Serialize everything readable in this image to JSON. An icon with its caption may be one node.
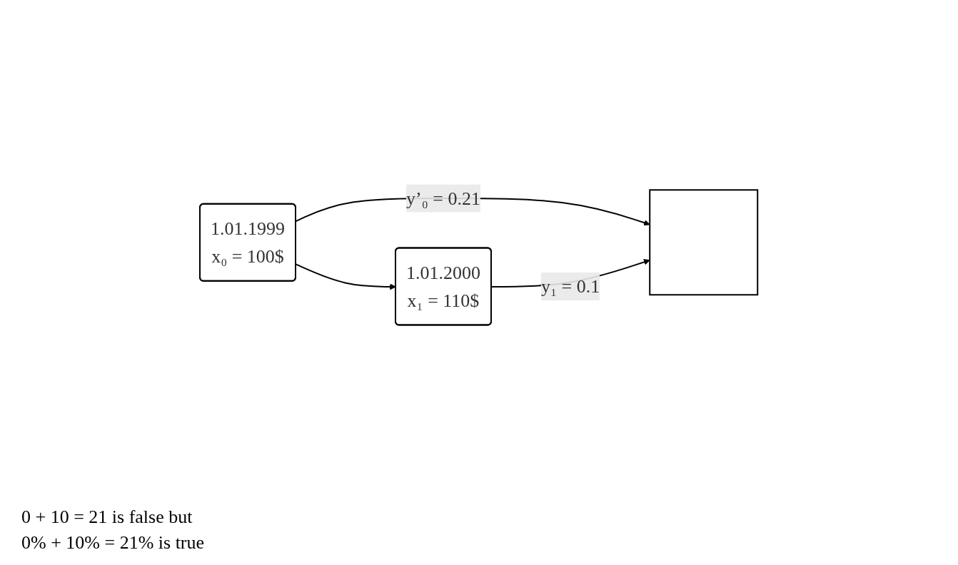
{
  "diagram": {
    "nodes": [
      {
        "text": [
          "1.01.1999",
          "x₀ = 100$"
        ]
      },
      {
        "text": [
          "1.01.2000",
          "x₁ = 110$"
        ]
      },
      {
        "text": [],
        "shape": "box"
      }
    ],
    "edges": [
      {
        "from": 0,
        "to": 1,
        "arrow": "to"
      },
      {
        "from": 0,
        "to": 2,
        "arrow": "to",
        "label": "y’₀ = 0.21"
      },
      {
        "from": 1,
        "to": 2,
        "arrow": "to",
        "label": "y₁ = 0.1"
      }
    ],
    "labels": [
      "0 + 10 = 21 is false but",
      "0% + 10% = 21% is true"
    ]
  }
}
